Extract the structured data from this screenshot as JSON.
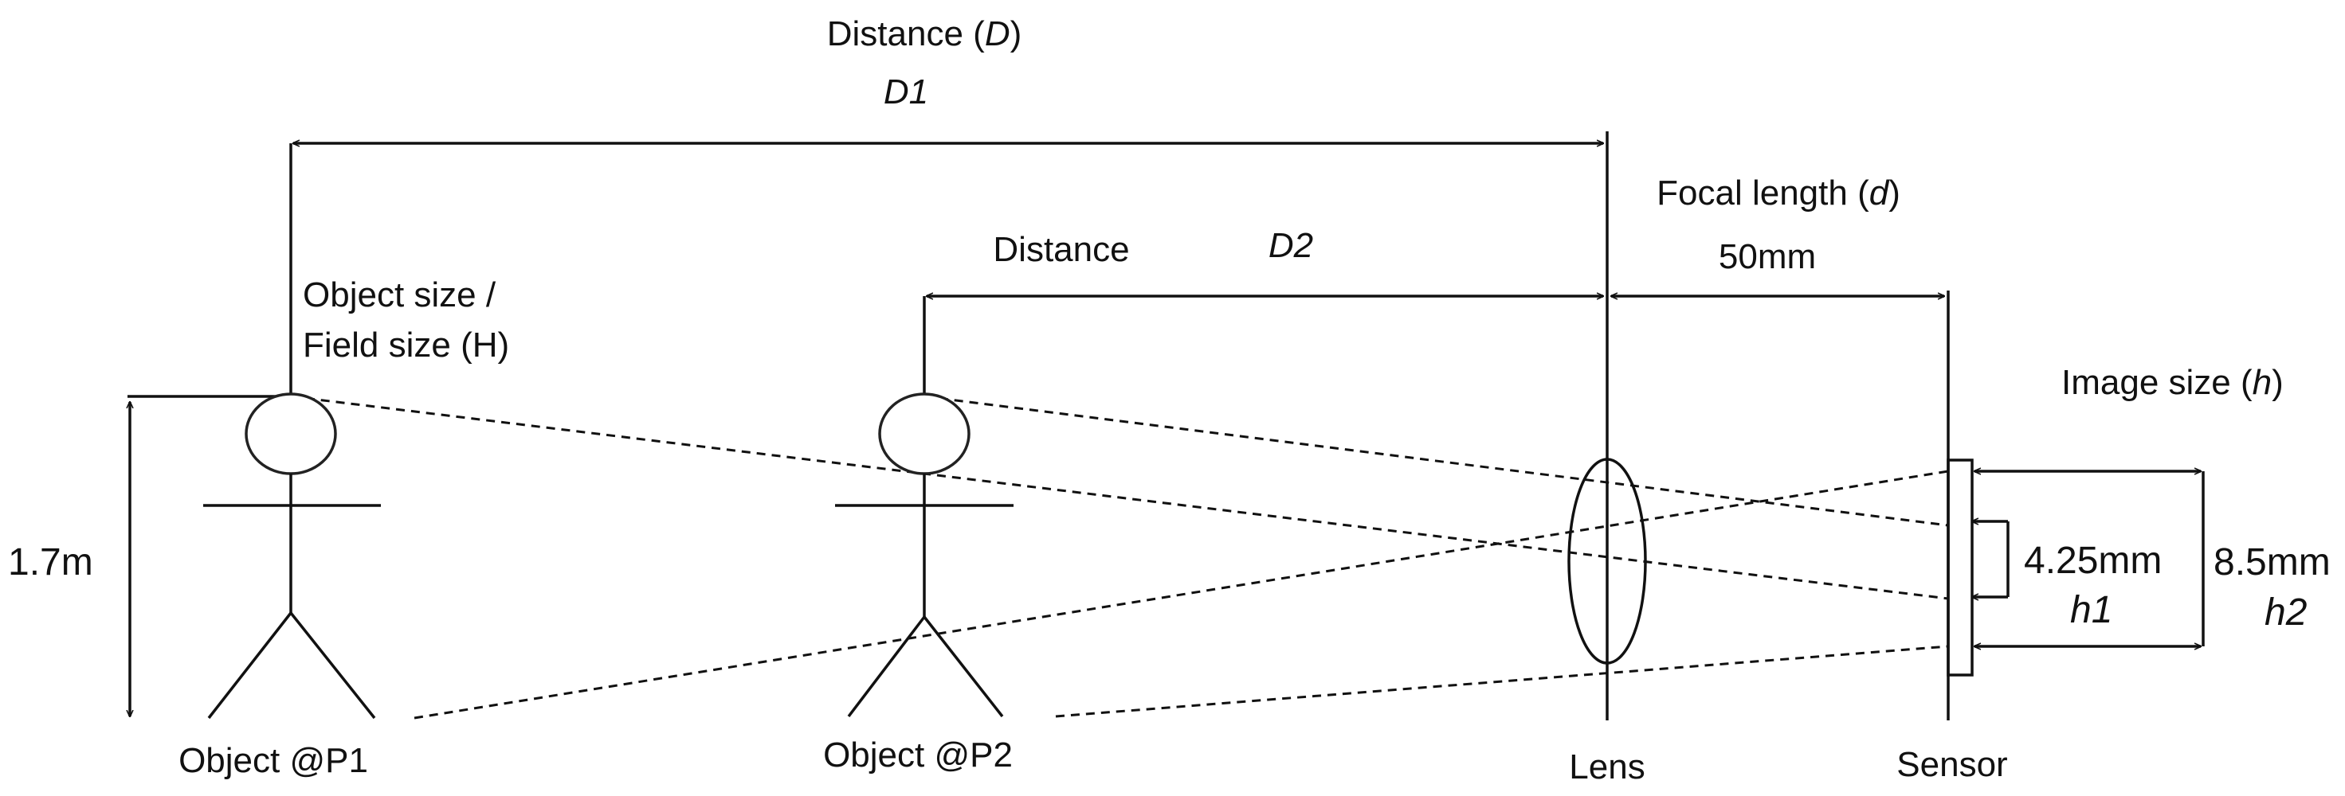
{
  "labels": {
    "distance_d_prefix": "Distance (",
    "distance_d_var": "D",
    "distance_d_suffix": ")",
    "d1": "D1",
    "distance2": "Distance",
    "d2": "D2",
    "object_size_line1": "Object size /",
    "object_size_line2": "Field size (H)",
    "focal_prefix": "Focal length (",
    "focal_var": "d",
    "focal_suffix": ")",
    "focal_value": "50mm",
    "image_size_prefix": "Image size (",
    "image_size_var": "h",
    "image_size_suffix": ")",
    "height_value": "1.7m",
    "h1_value": "4.25mm",
    "h1": "h1",
    "h2_value": "8.5mm",
    "h2": "h2",
    "object_p1": "Object @P1",
    "object_p2": "Object @P2",
    "lens": "Lens",
    "sensor": "Sensor"
  },
  "colors": {
    "ink": "#111111",
    "background": "#ffffff"
  }
}
